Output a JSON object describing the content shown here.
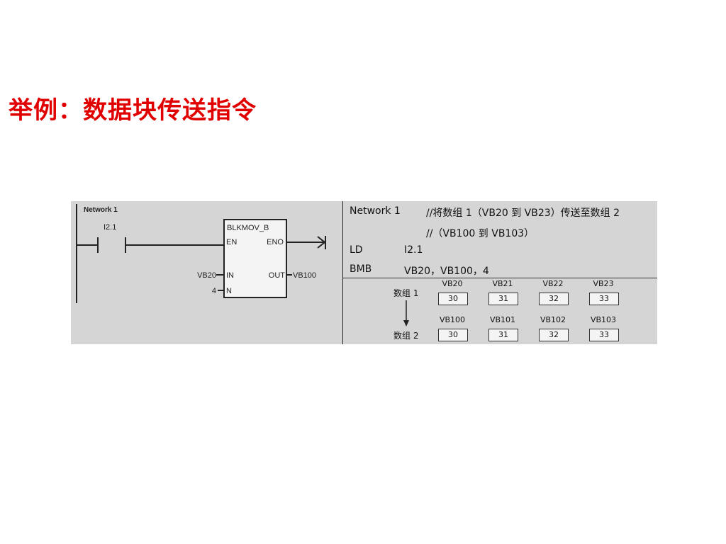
{
  "title": "举例：数据块传送指令",
  "ladder": {
    "network": "Network 1",
    "contact": "I2.1",
    "block_name": "BLKMOV_B",
    "pin_en": "EN",
    "pin_eno": "ENO",
    "pin_in": "IN",
    "pin_out": "OUT",
    "pin_n": "N",
    "in_value": "VB20",
    "out_value": "VB100",
    "n_value": "4"
  },
  "code": {
    "lines": [
      [
        "Network 1",
        "//将数组 1（VB20 到 VB23）传送至数组 2"
      ],
      [
        "",
        "//（VB100 到 VB103）"
      ],
      [
        "LD",
        "I2.1"
      ],
      [
        "BMB",
        "VB20，VB100，4"
      ]
    ]
  },
  "arrays": {
    "array1_label": "数组 1",
    "array2_label": "数组 2",
    "array1": [
      {
        "name": "VB20",
        "value": "30"
      },
      {
        "name": "VB21",
        "value": "31"
      },
      {
        "name": "VB22",
        "value": "32"
      },
      {
        "name": "VB23",
        "value": "33"
      }
    ],
    "array2": [
      {
        "name": "VB100",
        "value": "30"
      },
      {
        "name": "VB101",
        "value": "31"
      },
      {
        "name": "VB102",
        "value": "32"
      },
      {
        "name": "VB103",
        "value": "33"
      }
    ]
  }
}
